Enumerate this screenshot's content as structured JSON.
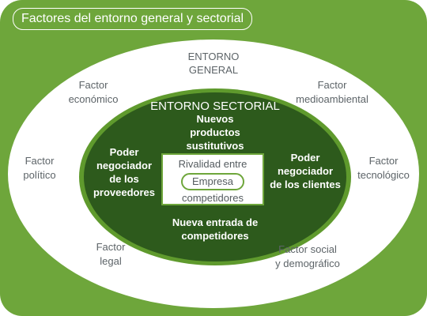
{
  "title": "Factores del entorno general y sectorial",
  "general": {
    "heading": [
      "ENTORNO",
      "GENERAL"
    ],
    "factors": {
      "economico": [
        "Factor",
        "económico"
      ],
      "medioambiental": [
        "Factor",
        "medioambiental"
      ],
      "politico": [
        "Factor",
        "político"
      ],
      "tecnologico": [
        "Factor",
        "tecnológico"
      ],
      "legal": [
        "Factor",
        "legal"
      ],
      "social": [
        "Factor social",
        "y demográfico"
      ]
    }
  },
  "sectorial": {
    "heading": "ENTORNO SECTORIAL",
    "sustitutos": [
      "Nuevos",
      "productos",
      "sustitutivos"
    ],
    "proveedores": [
      "Poder",
      "negociador",
      "de los",
      "proveedores"
    ],
    "clientes": [
      "Poder",
      "negociador",
      "de los clientes"
    ],
    "nuevos_competidores": [
      "Nueva entrada de",
      "competidores"
    ]
  },
  "center": {
    "top": "Rivalidad entre",
    "empresa": "Empresa",
    "bottom": "competidores"
  },
  "colors": {
    "background_green": "#6ea63b",
    "inner_ring": "#5f9a2d",
    "dark_green": "#2d5a1c",
    "text_grey": "#5d6468"
  }
}
